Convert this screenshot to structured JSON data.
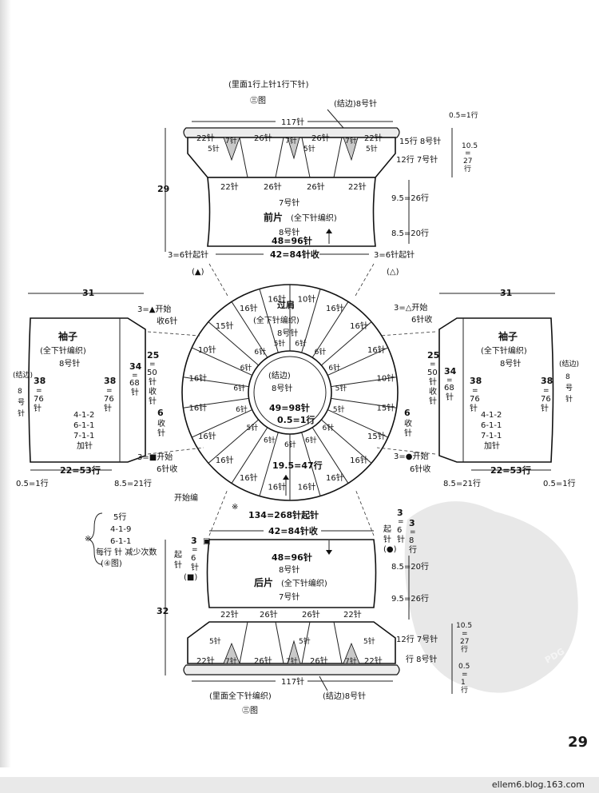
{
  "page_number": "29",
  "footer_url": "ellem6.blog.163.com",
  "watermark": "PDG",
  "front": {
    "chart_note": "(里面1行上针1行下针)",
    "chart_ref": "㊂图",
    "hem_label": "(结边)8号针",
    "hem_stitches": "117针",
    "pleat_top_stitches": [
      "22针",
      "26针",
      "26针",
      "22针"
    ],
    "pleat_seven": "7针",
    "pleat_five": "5针",
    "bottom_stitches": [
      "22针",
      "26针",
      "26针",
      "22针"
    ],
    "needle_7": "7号针",
    "name": "前片",
    "method": "(全下针编织)",
    "needle_8": "8号针",
    "width": "48=96针",
    "width_bottom": "42=84针收",
    "side_left": "3=6针起针",
    "side_right": "3=6针起针",
    "mark_left": "(▲)",
    "mark_right": "(△)",
    "height": "29",
    "rows_top": "0.5=1行",
    "rows_15": "15行 8号针",
    "rows_12": "12行 7号针",
    "rows_105": [
      "10.5",
      "=",
      "27",
      "行"
    ],
    "rows_95": "9.5=26行",
    "rows_85": "8.5=20行"
  },
  "yoke": {
    "name": "过肩",
    "method": "(全下针编织)",
    "needle": "8号针",
    "inner_label": "(结边)",
    "inner_needle": "8号针",
    "outer_counts": [
      "10针",
      "16针",
      "16针",
      "16针",
      "10针",
      "15针",
      "15针",
      "16针",
      "16针",
      "16针",
      "16针",
      "16针",
      "16针",
      "16针",
      "16针",
      "16针",
      "10针",
      "15针",
      "16针",
      "16针"
    ],
    "inner_counts": [
      "6针",
      "6针",
      "6针",
      "5针",
      "5针",
      "6针",
      "6针",
      "6针",
      "6针",
      "5针",
      "6针",
      "6针",
      "6针",
      "6针",
      "5针"
    ],
    "inner_width": "49=98针",
    "inner_rows": "0.5=1行",
    "depth": "19.5=47行",
    "cast_on": "134=268针起针",
    "start": "开始编",
    "star_mark": "※"
  },
  "sleeve_left": {
    "width_top": "31",
    "name": "袖子",
    "method": "(全下针编织)",
    "needle": "8号针",
    "edge": [
      "(结边)",
      "8",
      "号",
      "针"
    ],
    "h38": [
      "38",
      "=",
      "76",
      "针"
    ],
    "h34": [
      "34",
      "=",
      "68",
      "针"
    ],
    "h25": [
      "25",
      "=",
      "50",
      "针",
      "收",
      "针"
    ],
    "h6": [
      "6",
      "收",
      "针"
    ],
    "start_top": "3=▲开始",
    "start_top_b": "收6针",
    "start_bottom": "3=■开始",
    "start_bottom_b": "6针收",
    "dec_rows": [
      "4-1-2",
      "6-1-1",
      "7-1-1",
      "加针"
    ],
    "rows_22": "22=53行",
    "rows_85": "8.5=21行",
    "rows_05": "0.5=1行"
  },
  "sleeve_right": {
    "width_top": "31",
    "name": "袖子",
    "method": "(全下针编织)",
    "needle": "8号针",
    "edge": [
      "(结边)",
      "8",
      "号",
      "针"
    ],
    "h38": [
      "38",
      "=",
      "76",
      "针"
    ],
    "h34": [
      "34",
      "=",
      "68",
      "针"
    ],
    "h25": [
      "25",
      "=",
      "50",
      "针",
      "收",
      "针"
    ],
    "h6": [
      "6",
      "收",
      "针"
    ],
    "start_top": "3=△开始",
    "start_top_b": "6针收",
    "start_bottom": "3=●开始",
    "start_bottom_b": "6针收",
    "dec_rows": [
      "4-1-2",
      "6-1-1",
      "7-1-1",
      "加针"
    ],
    "rows_22": "22=53行",
    "rows_85": "8.5=21行",
    "rows_05": "0.5=1行"
  },
  "back": {
    "top_width": "42=84针收",
    "width": "48=96针",
    "needle_8": "8号针",
    "name": "后片",
    "method": "(全下针编织)",
    "needle_7": "7号针",
    "height": "32",
    "top_stitches": [
      "22针",
      "26针",
      "26针",
      "22针"
    ],
    "pleat_five": "5针",
    "pleat_seven": "7针",
    "bottom_stitches": [
      "22针",
      "26针",
      "26针",
      "22针"
    ],
    "hem_stitches": "117针",
    "hem_label": "(结边)8号针",
    "chart_note": "(里面全下针编织)",
    "chart_ref": "㊂图",
    "left_cast": [
      "起",
      "针"
    ],
    "left_three": [
      "3",
      "=",
      "6",
      "针"
    ],
    "left_mark": "(■)",
    "left_sq": "▣",
    "right_three": [
      "3",
      "=",
      "6",
      "针"
    ],
    "right_cast": [
      "起",
      "针"
    ],
    "right_mark": "(●)",
    "right_three_b": [
      "3",
      "=",
      "8",
      "行"
    ],
    "rows_85": "8.5=20行",
    "rows_95": "9.5=26行",
    "rows_12": "12行 7号针",
    "rows_8": "行 8号针",
    "rows_105": [
      "10.5",
      "=",
      "27",
      "行"
    ],
    "rows_05": [
      "0.5",
      "=",
      "1",
      "行"
    ],
    "star": "※",
    "dec_rule": [
      "5行",
      "4-1-9",
      "6-1-1",
      "每行 针 减少次数",
      "(④图)"
    ]
  }
}
